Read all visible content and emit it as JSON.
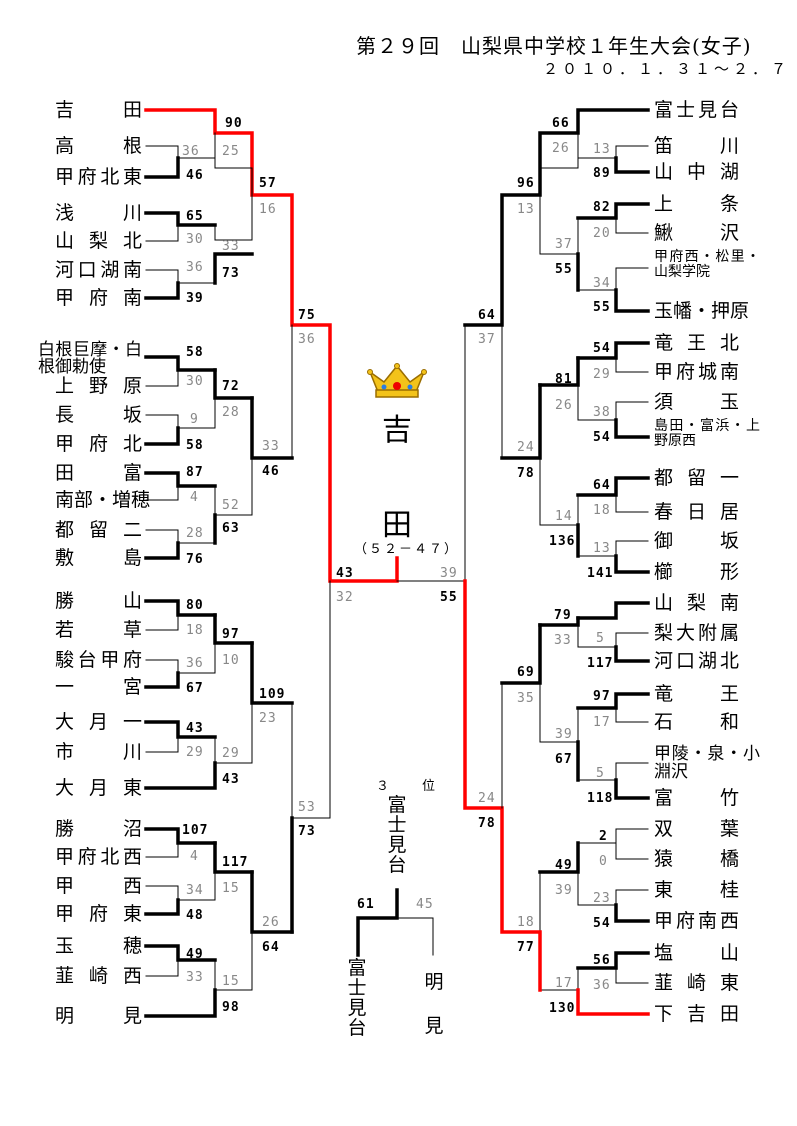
{
  "title": "第２９回　山梨県中学校１年生大会(女子)",
  "date": "２０１０．１．３１～２．７",
  "champion": {
    "line1": "吉",
    "line2": "田",
    "score": "（５２－４７）"
  },
  "crown": "crown-icon",
  "third_place": {
    "label": "３　位",
    "winner": "富士見台",
    "winner_score": "61",
    "loser_score": "45",
    "team_left": "富士見台",
    "team_right": "明見"
  },
  "colors": {
    "highlight": "#ff0000",
    "line": "#000000",
    "lose_score": "#888888"
  },
  "left_teams": [
    "吉田",
    "高根",
    "甲府北東",
    "浅川",
    "山梨北",
    "河口湖南",
    "甲府南",
    "白根巨摩・白根御勅使",
    "上野原",
    "長坂",
    "甲府北",
    "田富",
    "南部・増穂",
    "都留二",
    "敷島",
    "勝山",
    "若草",
    "駿台甲府",
    "一宮",
    "大月一",
    "市川",
    "大月東",
    "勝沼",
    "甲府北西",
    "甲西",
    "甲府東",
    "玉穂",
    "韮崎西",
    "明見"
  ],
  "right_teams": [
    "富士見台",
    "笛川",
    "山中湖",
    "上条",
    "鰍沢",
    "甲府西・松里・山梨学院",
    "玉幡・押原",
    "竜王北",
    "甲府城南",
    "須玉",
    "島田・富浜・上野原西",
    "都留一",
    "春日居",
    "御坂",
    "櫛形",
    "山梨南",
    "梨大附属",
    "河口湖北",
    "竜王",
    "石和",
    "甲陵・泉・小淵沢",
    "富竹",
    "双葉",
    "猿橋",
    "東桂",
    "甲府南西",
    "塩山",
    "韮崎東",
    "下吉田"
  ],
  "left_scores": [
    "90",
    "36",
    "25",
    "46",
    "57",
    "16",
    "65",
    "30",
    "33",
    "36",
    "73",
    "39",
    "75",
    "36",
    "58",
    "30",
    "72",
    "28",
    "9",
    "58",
    "33",
    "46",
    "87",
    "4",
    "52",
    "28",
    "63",
    "76",
    "43",
    "32",
    "80",
    "18",
    "97",
    "10",
    "36",
    "67",
    "109",
    "23",
    "43",
    "29",
    "29",
    "43",
    "53",
    "73",
    "107",
    "4",
    "117",
    "15",
    "34",
    "48",
    "26",
    "64",
    "49",
    "33",
    "15",
    "98"
  ],
  "right_scores": [
    "66",
    "26",
    "13",
    "89",
    "96",
    "13",
    "82",
    "20",
    "37",
    "34",
    "55",
    "55",
    "64",
    "37",
    "54",
    "29",
    "81",
    "26",
    "38",
    "54",
    "24",
    "78",
    "64",
    "18",
    "14",
    "13",
    "136",
    "141",
    "39",
    "55",
    "79",
    "33",
    "5",
    "117",
    "69",
    "35",
    "97",
    "17",
    "39",
    "5",
    "67",
    "118",
    "24",
    "78",
    "2",
    "0",
    "49",
    "39",
    "23",
    "54",
    "18",
    "77",
    "56",
    "36",
    "17",
    "130"
  ]
}
